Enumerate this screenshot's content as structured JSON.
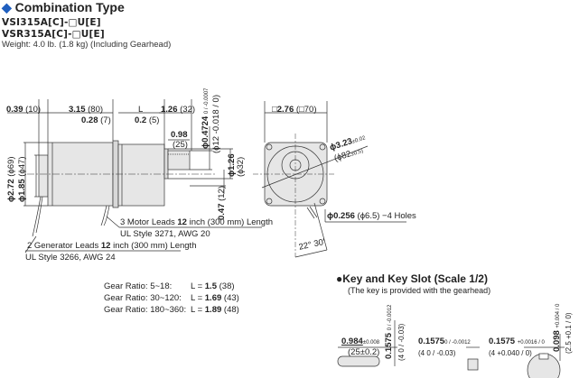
{
  "header": {
    "bullet_icon": "diamond-icon",
    "title": "Combination Type",
    "models": [
      "VSI315A[C]-□U[E]",
      "VSR315A[C]-□U[E]"
    ],
    "weight": "Weight: 4.0 lb. (1.8 kg) (Including Gearhead)"
  },
  "side_view": {
    "dim_039": "0.39",
    "dim_039_mm": "(10)",
    "dim_315": "3.15",
    "dim_315_mm": "(80)",
    "dim_L": "L",
    "dim_126": "1.26",
    "dim_126_mm": "(32)",
    "dim_028": "0.28",
    "dim_028_mm": "(7)",
    "dim_02": "0.2",
    "dim_02_mm": "(5)",
    "dim_098": "0.98",
    "dim_098_mm": "(25)",
    "shaft_dia": "ϕ0.4724",
    "shaft_dia_tol": "0 / -0.0007",
    "shaft_dia_mm": "(ϕ12 -0.018 / 0)",
    "boss_dia": "ϕ1.26",
    "boss_dia_mm": "(ϕ32)",
    "dim_047": "0.47",
    "dim_047_mm": "(12)",
    "body_dia": "ϕ2.72",
    "body_dia_mm": "(ϕ69)",
    "cap_dia": "ϕ1.85",
    "cap_dia_mm": "(ϕ47)",
    "motor_leads": {
      "pre": "3 Motor Leads ",
      "bold": "12",
      "post": " inch (300 mm) Length",
      "spec": "UL Style 3271, AWG 20"
    },
    "generator_leads": {
      "pre": "2 Generator Leads ",
      "bold": "12",
      "post": " inch (300 mm) Length",
      "spec": "UL Style 3266, AWG 24"
    }
  },
  "front_view": {
    "square": "□2.76",
    "square_mm": "(□70)",
    "pcd": "ϕ3.23",
    "pcd_tol": "±0.02",
    "pcd_mm": "(ϕ82",
    "pcd_mm_tol": "±0.5)",
    "holes": "ϕ0.256",
    "holes_mm": "(ϕ6.5) −4 Holes",
    "angle": "22° 30′"
  },
  "gear_ratios": [
    {
      "label": "Gear Ratio: 5~18:",
      "L": "L = ",
      "value": "1.5",
      "mm": "(38)"
    },
    {
      "label": "Gear Ratio: 30~120:",
      "L": "L = ",
      "value": "1.69",
      "mm": "(43)"
    },
    {
      "label": "Gear Ratio: 180~360:",
      "L": "L = ",
      "value": "1.89",
      "mm": "(48)"
    }
  ],
  "key_section": {
    "title": "●Key and Key Slot (Scale 1/2)",
    "subtitle": "(The key is provided with the gearhead)",
    "key_len": "0.984",
    "key_len_tol": "±0.008",
    "key_len_mm": "(25±0.2)",
    "key_h": "0.1575",
    "key_h_tol": "0 / -0.0012",
    "key_h_mm": "(4 0 / -0.03)",
    "key_w": "0.1575",
    "key_w_tol": "0 / -0.0012",
    "key_w_mm": "(4 0 / -0.03)",
    "slot_w": "0.1575",
    "slot_w_tol": "+0.0016 / 0",
    "slot_w_mm": "(4 +0.040 / 0)",
    "slot_d": "0.098",
    "slot_d_tol": "+0.004 / 0",
    "slot_d_mm": "(2.5 +0.1 / 0)"
  }
}
